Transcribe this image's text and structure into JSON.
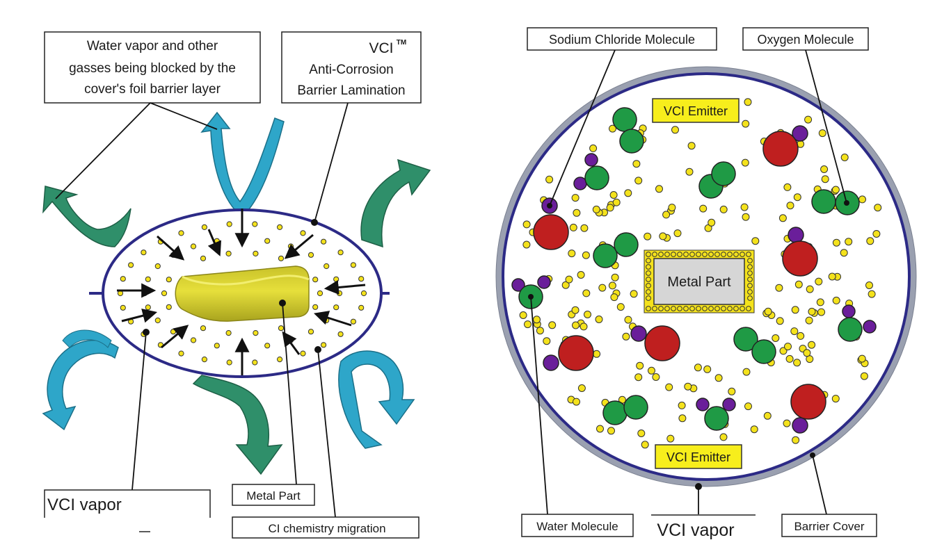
{
  "left_panel": {
    "callout_gas": [
      "Water vapor and other",
      "gasses being blocked by the",
      "cover's foil barrier layer"
    ],
    "callout_lamination_top": "VCI",
    "callout_lamination_tm": "TM",
    "callout_lamination_lines": [
      "Anti-Corrosion",
      "Barrier Lamination"
    ],
    "label_vapor": "VCI vapor",
    "label_metal": "Metal Part",
    "label_migration": "CI chemistry migration"
  },
  "right_panel": {
    "label_sodium": "Sodium Chloride Molecule",
    "label_oxygen": "Oxygen Molecule",
    "emitter_top": "VCI Emitter",
    "emitter_bottom": "VCI Emitter",
    "metal_part": "Metal Part",
    "label_water": "Water Molecule",
    "label_vapor": "VCI vapor",
    "label_barrier": "Barrier Cover"
  },
  "colors": {
    "outline": "#2c2a86",
    "vapor_dot": "#f4e21c",
    "metal_yellow": "#d8d02a",
    "arrow_blue": "#2ea6c9",
    "arrow_green": "#2f8f6a",
    "molecule_green": "#1f9a45",
    "molecule_red": "#bf1f1f",
    "molecule_purple": "#6a1e9a",
    "emitter_fill": "#f7ee1c",
    "metal_box_fill": "#d6d6d6",
    "barrier_gray": "#9aa0b0"
  }
}
